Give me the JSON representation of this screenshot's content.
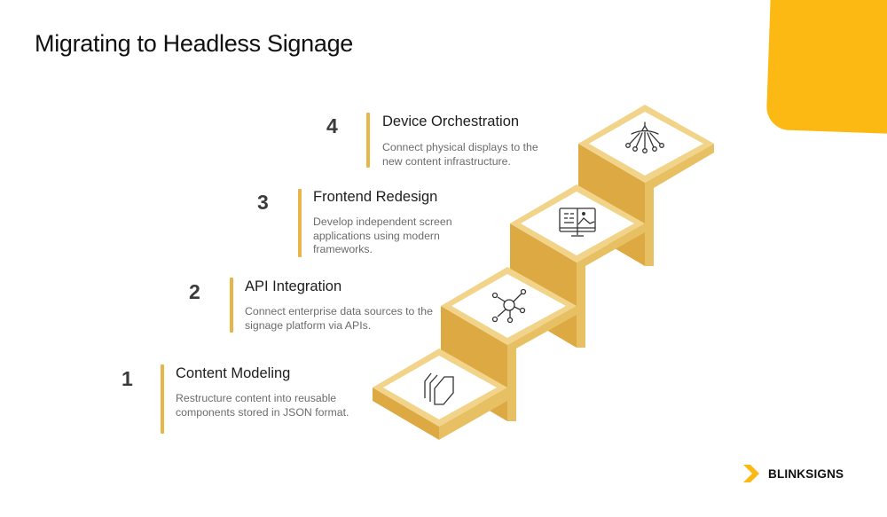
{
  "title": "Migrating to Headless Signage",
  "colors": {
    "accent": "#FDB913",
    "stair_face": "#DDA942",
    "stair_top_border": "#F1D489",
    "stair_side_light": "#E8C064",
    "bar": "#E8B548"
  },
  "steps": [
    {
      "number": "1",
      "title": "Content Modeling",
      "description": "Restructure content into reusable components stored in JSON format.",
      "icon": "layers-icon"
    },
    {
      "number": "2",
      "title": "API Integration",
      "description": "Connect enterprise data sources to the signage platform via APIs.",
      "icon": "network-hub-icon"
    },
    {
      "number": "3",
      "title": "Frontend Redesign",
      "description": "Develop independent screen applications using modern frameworks.",
      "icon": "monitor-layout-icon"
    },
    {
      "number": "4",
      "title": "Device Orchestration",
      "description": "Connect physical displays to the new content infrastructure.",
      "icon": "distribution-nodes-icon"
    }
  ],
  "brand": {
    "name": "BLINKSIGNS",
    "icon": "chevron-right-icon"
  }
}
